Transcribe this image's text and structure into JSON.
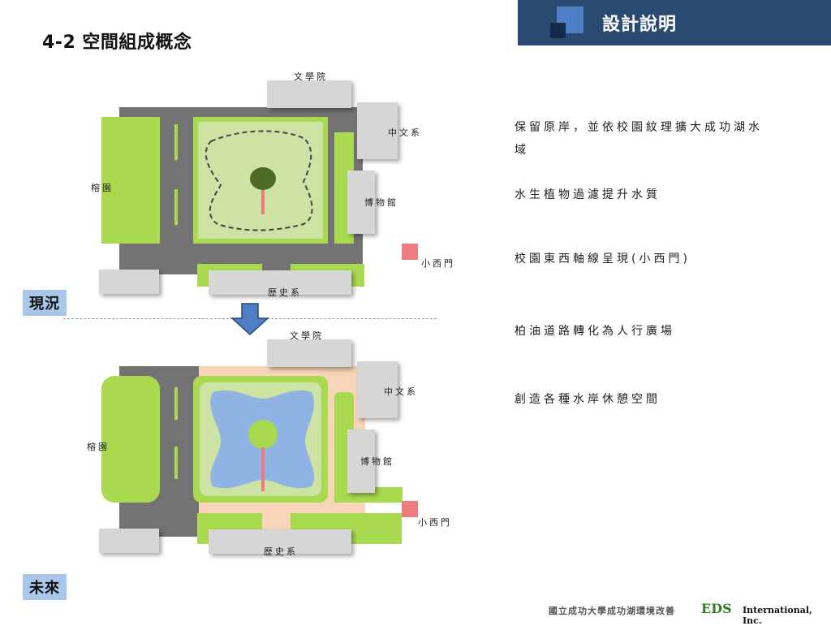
{
  "header": {
    "title": "設計說明"
  },
  "page_title": "4-2  空間組成概念",
  "current": {
    "tag": "現況",
    "labels": {
      "literature_college": "文學院",
      "chinese_dept": "中文系",
      "banyan_garden": "榕園",
      "museum": "博物館",
      "west_gate": "小西門",
      "history_dept": "歷史系"
    }
  },
  "future": {
    "tag": "未來",
    "labels": {
      "literature_college": "文學院",
      "chinese_dept": "中文系",
      "banyan_garden": "榕園",
      "museum": "博物館",
      "west_gate": "小西門",
      "history_dept": "歷史系"
    }
  },
  "descriptions": [
    "保留原岸，並依校園紋理擴大成功湖水域",
    "水生植物過濾提升水質",
    "校園東西軸線呈現(小西門)",
    "柏油道路轉化為人行廣場",
    "創造各種水岸休憩空間"
  ],
  "footer": {
    "project": "國立成功大學成功湖環境改善",
    "company": "EDS",
    "company_suffix": "International, Inc."
  },
  "colors": {
    "header_bg": "#2a4a72",
    "road": "#737373",
    "green": "#a9d94f",
    "light_green": "#cce3a3",
    "water": "#8fb4e3",
    "plaza": "#f8d5b8",
    "building": "#d6d6d6",
    "gate": "#f07b80",
    "arrow": "#4e7fc4",
    "tag_bg": "#a9c7ea"
  }
}
